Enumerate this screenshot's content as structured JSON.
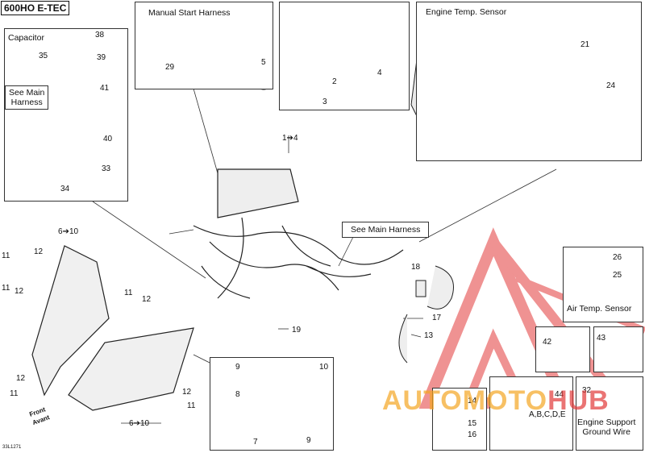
{
  "title": "600HO E-TEC",
  "drawing_code": "33L1271",
  "panels": {
    "capacitor": "Capacitor",
    "manual_start": "Manual Start Harness",
    "engine_temp": "Engine Temp. Sensor",
    "air_temp": "Air Temp. Sensor",
    "engine_ground": "Engine Support\nGround Wire"
  },
  "callouts": {
    "see_main_1": "See Main\nHarness",
    "see_main_2": "See Main Harness",
    "front": "Front\nAvant"
  },
  "parts": [
    "38",
    "39",
    "35",
    "41",
    "40",
    "33",
    "34",
    "29",
    "5",
    "2",
    "3",
    "4",
    "1➔4",
    "21",
    "24",
    "6➔10",
    "11",
    "12",
    "11",
    "12",
    "11",
    "12",
    "12",
    "11",
    "12",
    "11",
    "19",
    "18",
    "17",
    "13",
    "26",
    "25",
    "42",
    "43",
    "9",
    "10",
    "8",
    "7",
    "9",
    "6➔10",
    "14",
    "15",
    "16",
    "44",
    "A,B,C,D,E",
    "32"
  ],
  "watermark": {
    "part1": "AUTOMOTO",
    "part2": "HUB"
  },
  "colors": {
    "watermark_red": "#e23a3a",
    "watermark_orange": "#f5a623"
  }
}
